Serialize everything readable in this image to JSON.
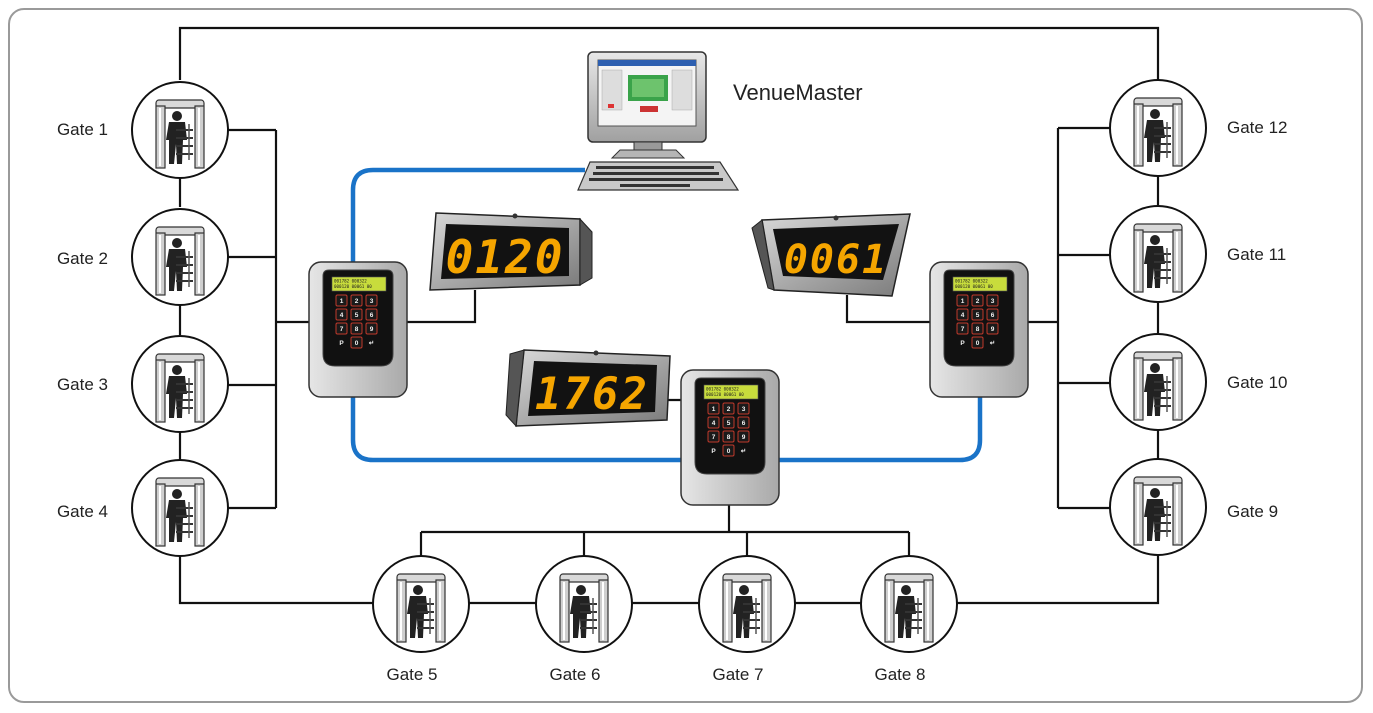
{
  "system_label": "VenueMaster",
  "gates": [
    {
      "id": 1,
      "label": "Gate 1"
    },
    {
      "id": 2,
      "label": "Gate 2"
    },
    {
      "id": 3,
      "label": "Gate 3"
    },
    {
      "id": 4,
      "label": "Gate 4"
    },
    {
      "id": 5,
      "label": "Gate 5"
    },
    {
      "id": 6,
      "label": "Gate 6"
    },
    {
      "id": 7,
      "label": "Gate 7"
    },
    {
      "id": 8,
      "label": "Gate 8"
    },
    {
      "id": 9,
      "label": "Gate 9"
    },
    {
      "id": 10,
      "label": "Gate 10"
    },
    {
      "id": 11,
      "label": "Gate 11"
    },
    {
      "id": 12,
      "label": "Gate 12"
    }
  ],
  "displays": [
    {
      "id": "left",
      "value": "0120"
    },
    {
      "id": "center",
      "value": "1762"
    },
    {
      "id": "right",
      "value": "0061"
    }
  ],
  "controller": {
    "lcd_line1": "001782 000322",
    "lcd_line2": "000120 00061 00",
    "keys": [
      "1",
      "2",
      "3",
      "4",
      "5",
      "6",
      "7",
      "8",
      "9",
      "P",
      "0",
      "↵"
    ]
  },
  "colors": {
    "network_line": "#1a73c8",
    "wire": "#111111",
    "led_digits": "#f5a500",
    "frame": "#9a9a9a"
  }
}
